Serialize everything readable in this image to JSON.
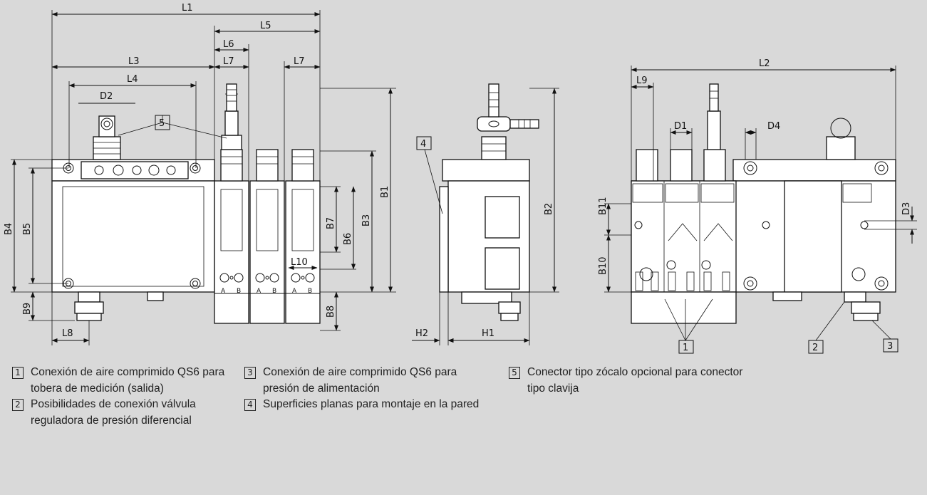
{
  "dimensions": {
    "L1": "L1",
    "L2": "L2",
    "L3": "L3",
    "L4": "L4",
    "L5": "L5",
    "L6": "L6",
    "L7": "L7",
    "L8": "L8",
    "L9": "L9",
    "L10": "L10",
    "B1": "B1",
    "B2": "B2",
    "B3": "B3",
    "B4": "B4",
    "B5": "B5",
    "B6": "B6",
    "B7": "B7",
    "B8": "B8",
    "B9": "B9",
    "B10": "B10",
    "B11": "B11",
    "D1": "D1",
    "D2": "D2",
    "D3": "D3",
    "D4": "D4",
    "H1": "H1",
    "H2": "H2"
  },
  "callouts": {
    "c1": "1",
    "c2": "2",
    "c3": "3",
    "c4": "4",
    "c5": "5"
  },
  "port_labels": {
    "a": "A",
    "b": "B"
  },
  "legend": [
    {
      "num": "1",
      "text": "Conexión de aire comprimido QS6 para tobera de medición (salida)"
    },
    {
      "num": "2",
      "text": "Posibilidades de conexión válvula reguladora de presión diferencial"
    },
    {
      "num": "3",
      "text": "Conexión de aire comprimido QS6 para presión de alimentación"
    },
    {
      "num": "4",
      "text": "Superficies planas para montaje en la pared"
    },
    {
      "num": "5",
      "text": "Conector tipo zócalo opcional para conector tipo clavija"
    }
  ]
}
